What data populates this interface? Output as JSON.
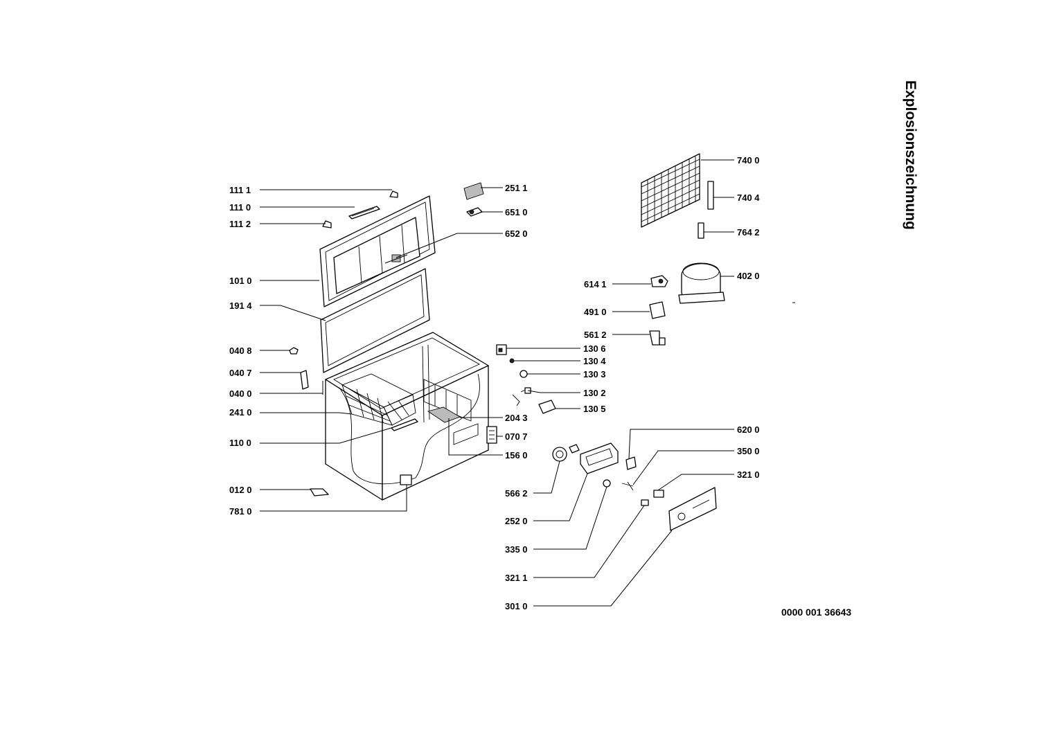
{
  "title": "Explosionszeichnung",
  "document_number": "0000 001 36643",
  "labels": {
    "l1111": "111 1",
    "l1110": "111 0",
    "l1112": "111 2",
    "l1010": "101 0",
    "l1914": "191 4",
    "l0408": "040 8",
    "l0407": "040 7",
    "l0400": "040 0",
    "l2410": "241 0",
    "l1100": "110 0",
    "l0120": "012 0",
    "l7810": "781 0",
    "l2511": "251 1",
    "l6510": "651 0",
    "l6520": "652 0",
    "l1306": "130 6",
    "l1304": "130 4",
    "l1303": "130 3",
    "l1302": "130 2",
    "l1305": "130 5",
    "l2043": "204 3",
    "l0707": "070 7",
    "l1560": "156 0",
    "l5662": "566 2",
    "l2520": "252 0",
    "l3350": "335 0",
    "l3211": "321 1",
    "l3010": "301 0",
    "l7400": "740 0",
    "l7404": "740 4",
    "l7642": "764 2",
    "l6141": "614 1",
    "l4020": "402 0",
    "l4910": "491 0",
    "l5612": "561 2",
    "l6200": "620 0",
    "l3500": "350 0",
    "l3210": "321 0"
  }
}
